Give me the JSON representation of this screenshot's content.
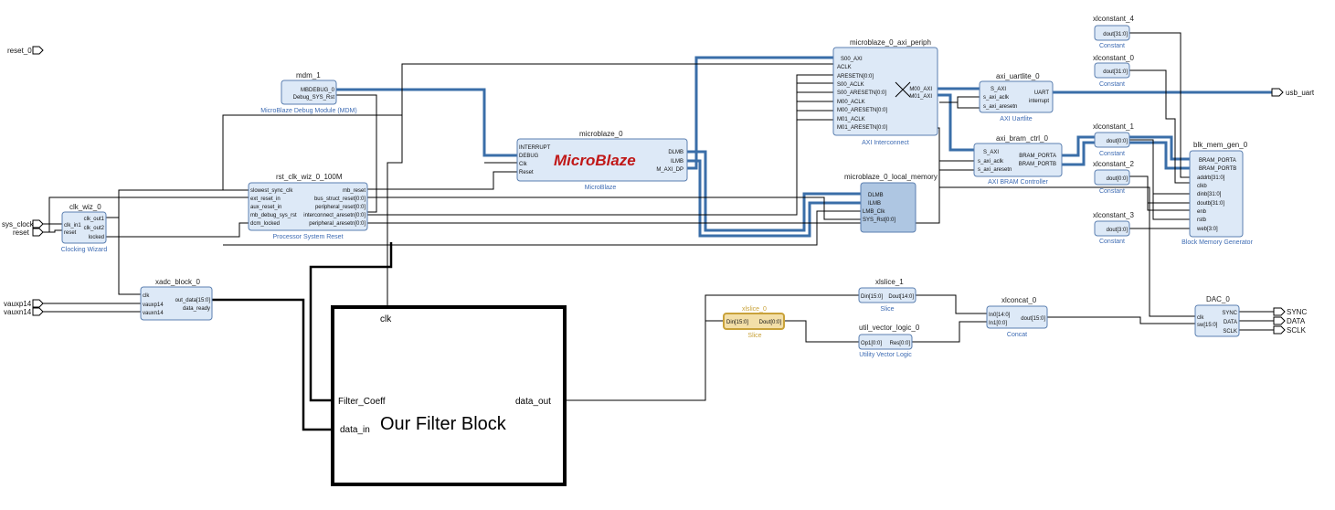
{
  "external_ports": {
    "reset_0": "reset_0",
    "sys_clock": "sys_clock",
    "reset": "reset",
    "vauxp14": "vauxp14",
    "vauxn14": "vauxn14",
    "usb_uart": "usb_uart",
    "sync": "SYNC",
    "data": "DATA",
    "sclk": "SCLK"
  },
  "blocks": {
    "mdm": {
      "title": "mdm_1",
      "caption": "MicroBlaze Debug Module (MDM)",
      "pins": [
        "MBDEBUG_0",
        "Debug_SYS_Rst"
      ]
    },
    "rst": {
      "title": "rst_clk_wiz_0_100M",
      "caption": "Processor System Reset",
      "pins_left": [
        "slowest_sync_clk",
        "ext_reset_in",
        "aux_reset_in",
        "mb_debug_sys_rst",
        "dcm_locked"
      ],
      "pins_right": [
        "mb_reset",
        "bus_struct_reset[0:0]",
        "peripheral_reset[0:0]",
        "interconnect_aresetn[0:0]",
        "peripheral_aresetn[0:0]"
      ]
    },
    "clk": {
      "title": "clk_wiz_0",
      "caption": "Clocking Wizard",
      "pins_left": [
        "clk_in1",
        "reset"
      ],
      "pins_right": [
        "clk_out1",
        "clk_out2",
        "locked"
      ]
    },
    "xadc": {
      "title": "xadc_block_0",
      "pins_left": [
        "clk",
        "vauxp14",
        "vauxn14"
      ],
      "pins_right": [
        "out_data[15:0]",
        "data_ready"
      ]
    },
    "mb": {
      "title": "microblaze_0",
      "caption": "MicroBlaze",
      "logo": "MicroBlaze",
      "pins_left": [
        "INTERRUPT",
        "DEBUG",
        "Clk",
        "Reset"
      ],
      "pins_right": [
        "DLMB",
        "ILMB",
        "M_AXI_DP"
      ]
    },
    "axip": {
      "title": "microblaze_0_axi_periph",
      "caption": "AXI Interconnect",
      "pins_left": [
        "S00_AXI",
        "ACLK",
        "ARESETN[0:0]",
        "S00_ACLK",
        "S00_ARESETN[0:0]",
        "M00_ACLK",
        "M00_ARESETN[0:0]",
        "M01_ACLK",
        "M01_ARESETN[0:0]"
      ],
      "pins_right": [
        "M00_AXI",
        "M01_AXI"
      ]
    },
    "lmem": {
      "title": "microblaze_0_local_memory",
      "pins_left": [
        "DLMB",
        "ILMB",
        "LMB_Clk",
        "SYS_Rst[0:0]"
      ]
    },
    "uart": {
      "title": "axi_uartlite_0",
      "caption": "AXI Uartlite",
      "pins_left": [
        "S_AXI",
        "s_axi_aclk",
        "s_axi_aresetn"
      ],
      "pins_right": [
        "UART",
        "interrupt"
      ]
    },
    "bram": {
      "title": "axi_bram_ctrl_0",
      "caption": "AXI BRAM Controller",
      "pins_left": [
        "S_AXI",
        "s_axi_aclk",
        "s_axi_aresetn"
      ],
      "pins_right": [
        "BRAM_PORTA",
        "BRAM_PORTB"
      ]
    },
    "bmg": {
      "title": "blk_mem_gen_0",
      "caption": "Block Memory Generator",
      "pins": [
        "BRAM_PORTA",
        "BRAM_PORTB",
        "addrb[31:0]",
        "clkb",
        "dinb[31:0]",
        "doutb[31:0]",
        "enb",
        "rstb",
        "web[3:0]"
      ]
    },
    "c4": {
      "title": "xlconstant_4",
      "caption": "Constant",
      "pin": "dout[31:0]"
    },
    "c0": {
      "title": "xlconstant_0",
      "caption": "Constant",
      "pin": "dout[31:0]"
    },
    "c1": {
      "title": "xlconstant_1",
      "caption": "Constant",
      "pin": "dout[0:0]"
    },
    "c2": {
      "title": "xlconstant_2",
      "caption": "Constant",
      "pin": "dout[0:0]"
    },
    "c3": {
      "title": "xlconstant_3",
      "caption": "Constant",
      "pin": "dout[3:0]"
    },
    "slice1": {
      "title": "xlslice_1",
      "caption": "Slice",
      "pins_left": [
        "Din[15:0]"
      ],
      "pins_right": [
        "Dout[14:0]"
      ]
    },
    "slice0": {
      "title": "xlslice_0",
      "caption": "Slice",
      "pins_left": [
        "Din[15:0]"
      ],
      "pins_right": [
        "Dout[0:0]"
      ]
    },
    "uvl": {
      "title": "util_vector_logic_0",
      "caption": "Utility Vector Logic",
      "pins_left": [
        "Op1[0:0]"
      ],
      "pins_right": [
        "Res[0:0]"
      ]
    },
    "concat": {
      "title": "xlconcat_0",
      "caption": "Concat",
      "pins_left": [
        "In0[14:0]",
        "In1[0:0]"
      ],
      "pins_right": [
        "dout[15:0]"
      ]
    },
    "dac": {
      "title": "DAC_0",
      "pins_left": [
        "clk",
        "sw[15:0]"
      ],
      "pins_right": [
        "SYNC",
        "DATA",
        "SCLK"
      ]
    }
  },
  "filter_block": {
    "title": "Our Filter Block",
    "clk": "clk",
    "filter_coeff": "Filter_Coeff",
    "data_in": "data_in",
    "data_out": "data_out"
  },
  "colors": {
    "block_fill": "#dde9f7",
    "block_stroke": "#5b7fb0",
    "caption": "#3d6bb3",
    "bus": "#3a6ea8",
    "selected": "#c9a23a",
    "logo": "#c01818"
  }
}
